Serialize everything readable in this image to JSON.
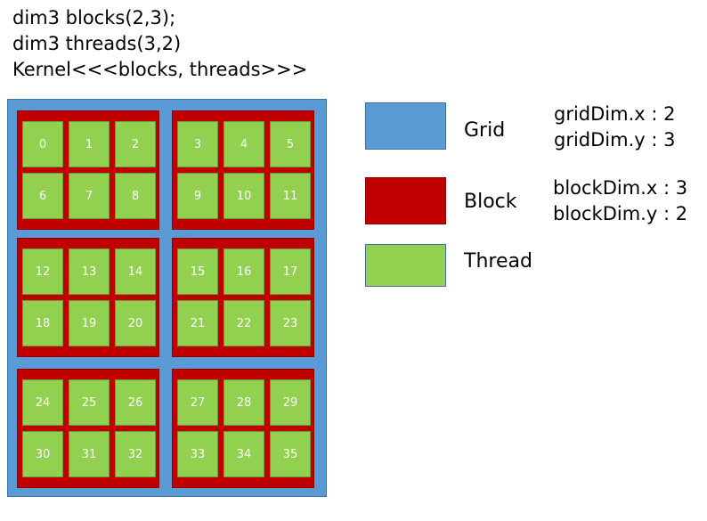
{
  "code_lines": [
    "dim3 blocks(2,3);",
    "dim3 threads(3,2)",
    "Kernel<<<blocks, threads>>>"
  ],
  "colors": {
    "grid": "#5b9bd5",
    "block": "#c00000",
    "thread": "#92d050"
  },
  "legend": {
    "grid_label": "Grid",
    "block_label": "Block",
    "thread_label": "Thread"
  },
  "dims": {
    "grid_x": "gridDim.x : 2",
    "grid_y": "gridDim.y : 3",
    "block_x": "blockDim.x : 3",
    "block_y": "blockDim.y : 2"
  },
  "blocks": [
    {
      "threads": [
        "0",
        "1",
        "2",
        "6",
        "7",
        "8"
      ]
    },
    {
      "threads": [
        "3",
        "4",
        "5",
        "9",
        "10",
        "11"
      ]
    },
    {
      "threads": [
        "12",
        "13",
        "14",
        "18",
        "19",
        "20"
      ]
    },
    {
      "threads": [
        "15",
        "16",
        "17",
        "21",
        "22",
        "23"
      ]
    },
    {
      "threads": [
        "24",
        "25",
        "26",
        "30",
        "31",
        "32"
      ]
    },
    {
      "threads": [
        "27",
        "28",
        "29",
        "33",
        "34",
        "35"
      ]
    }
  ]
}
